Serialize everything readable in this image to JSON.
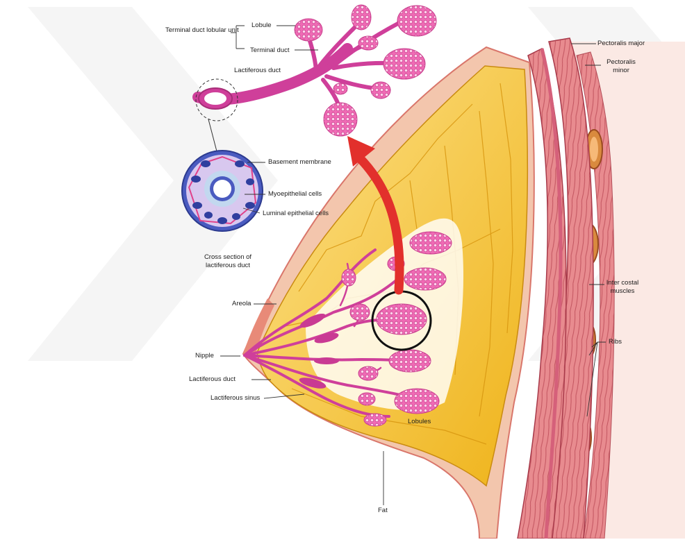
{
  "labels": {
    "tdlu": "Terminal duct lobular unit",
    "lobule": "Lobule",
    "terminal_duct": "Terminal duct",
    "lactiferous_duct_top": "Lactiferous duct",
    "basement_membrane": "Basement membrane",
    "myoepithelial": "Myoepithelial cells",
    "luminal": "Luminal epithelial cells",
    "cross_section": "Cross section of lactiferous duct",
    "areola": "Areola",
    "nipple": "Nipple",
    "lactiferous_duct": "Lactiferous duct",
    "lactiferous_sinus": "Lactiferous sinus",
    "lobules": "Lobules",
    "fat": "Fat",
    "pectoralis_major": "Pectoralis major",
    "pectoralis_minor": "Pectoralis minor",
    "intercostal": "Inter costal muscles",
    "ribs": "Ribs"
  },
  "colors": {
    "duct": "#cf3f9a",
    "lobule": "#f06bb5",
    "fat": "#f2bd1a",
    "fat_light": "#fbe07a",
    "skin": "#eb9a84",
    "muscle": "#e07f86",
    "arrow": "#e2302c",
    "cell_blue": "#4a5bc0"
  }
}
